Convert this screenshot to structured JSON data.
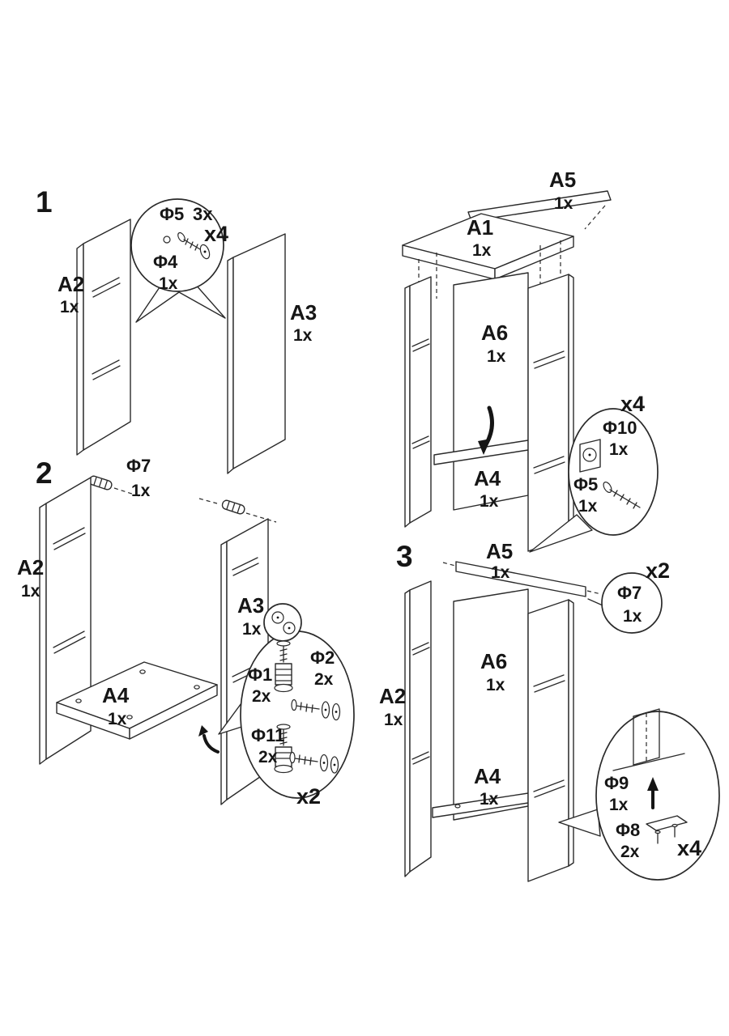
{
  "document": {
    "background": "#ffffff",
    "ink": "#1a1a1a"
  },
  "step1": {
    "number": "1",
    "panels": {
      "a2": {
        "name": "A2",
        "qty": "1x"
      },
      "a3": {
        "name": "A3",
        "qty": "1x"
      }
    },
    "callout": {
      "phi5": {
        "name": "Φ5",
        "qty": "3x"
      },
      "phi4": {
        "name": "Φ4",
        "qty": "1x"
      },
      "multiplier": "x4"
    }
  },
  "step2": {
    "number": "2",
    "dowel": {
      "name": "Φ7",
      "qty": "1x"
    },
    "panels": {
      "a2": {
        "name": "A2",
        "qty": "1x"
      },
      "a3": {
        "name": "A3",
        "qty": "1x"
      },
      "a4": {
        "name": "A4",
        "qty": "1x"
      }
    },
    "callout": {
      "phi1": {
        "name": "Φ1",
        "qty": "2x"
      },
      "phi2": {
        "name": "Φ2",
        "qty": "2x"
      },
      "phi11": {
        "name": "Φ11",
        "qty": "2x"
      },
      "multiplier": "x2"
    }
  },
  "step2_assembly": {
    "parts": {
      "a5": {
        "name": "A5",
        "qty": "1x"
      },
      "a1": {
        "name": "A1",
        "qty": "1x"
      },
      "a6": {
        "name": "A6",
        "qty": "1x"
      },
      "a4": {
        "name": "A4",
        "qty": "1x"
      }
    },
    "callout": {
      "multiplier": "x4",
      "phi10": {
        "name": "Φ10",
        "qty": "1x"
      },
      "phi5": {
        "name": "Φ5",
        "qty": "1x"
      }
    }
  },
  "step3": {
    "number": "3",
    "parts": {
      "a5": {
        "name": "A5",
        "qty": "1x"
      },
      "a2": {
        "name": "A2",
        "qty": "1x"
      },
      "a6": {
        "name": "A6",
        "qty": "1x"
      },
      "a4": {
        "name": "A4",
        "qty": "1x"
      }
    },
    "phi7_callout": {
      "name": "Φ7",
      "qty": "1x",
      "multiplier": "x2"
    },
    "callout": {
      "phi9": {
        "name": "Φ9",
        "qty": "1x"
      },
      "phi8": {
        "name": "Φ8",
        "qty": "2x"
      },
      "multiplier": "x4"
    }
  }
}
